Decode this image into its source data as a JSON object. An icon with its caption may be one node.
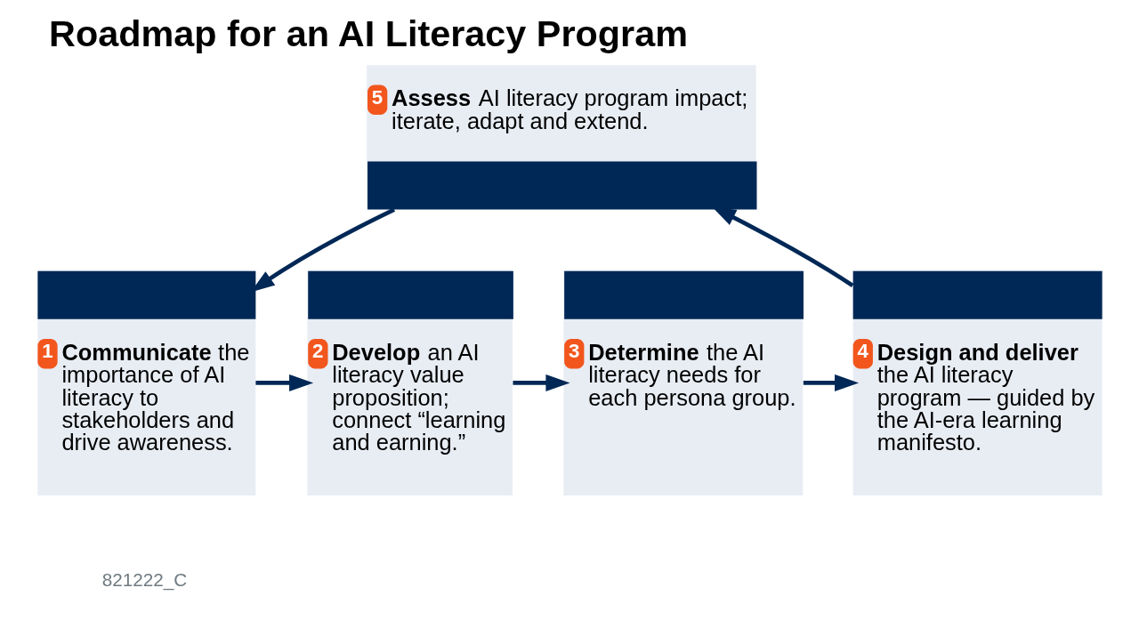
{
  "diagram": {
    "title": "Roadmap for an AI Literacy Program",
    "nodes": [
      {
        "text": [
          "1",
          "**Communicate** the importance of AI literacy to stakeholders and drive awareness."
        ]
      },
      {
        "text": [
          "2",
          "**Develop** an AI literacy value proposition; connect “learning and earning.”"
        ]
      },
      {
        "text": [
          "3",
          "**Determine** the AI literacy needs for each persona group."
        ]
      },
      {
        "text": [
          "4",
          "**Design and deliver** the AI literacy program — guided by the AI-era learning manifesto."
        ]
      },
      {
        "text": [
          "5",
          "**Assess** AI literacy program impact; iterate, adapt and extend."
        ]
      }
    ],
    "edges": [
      {
        "from": 0,
        "to": 1,
        "arrow": "to"
      },
      {
        "from": 1,
        "to": 2,
        "arrow": "to"
      },
      {
        "from": 2,
        "to": 3,
        "arrow": "to"
      },
      {
        "from": 3,
        "to": 4,
        "arrow": "to"
      },
      {
        "from": 4,
        "to": 0,
        "arrow": "to"
      }
    ],
    "labels": [
      "821222_C"
    ]
  }
}
